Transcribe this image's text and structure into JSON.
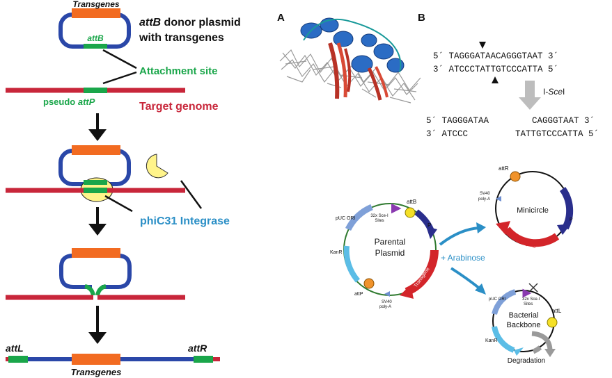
{
  "left_panel": {
    "transgenes_top": "Transgenes",
    "attb_label": "attB",
    "donor_caption_italic": "attB",
    "donor_caption_line1_rest": " donor plasmid",
    "donor_caption_line2": "with transgenes",
    "attachment_site": "Attachment site",
    "pseudo_prefix": "pseudo ",
    "pseudo_italic": "attP",
    "target_genome": "Target genome",
    "integrase": "phiC31 Integrase",
    "attl": "attL",
    "attr": "attR",
    "transgenes_bottom": "Transgenes"
  },
  "panel_a": {
    "label": "A"
  },
  "panel_b": {
    "label": "B",
    "seq_top_1": "5´ TAGGGATAACAGGGTAAT 3´",
    "seq_top_2": "3´ ATCCCTATTGTCCCATTA 5´",
    "enzyme_prefix": "I-",
    "enzyme_italic": "Sce",
    "enzyme_suffix": "I",
    "cut_left_1": "5´ TAGGGATAA",
    "cut_left_2": "3´ ATCCC",
    "cut_right_1": "CAGGGTAAT 3´",
    "cut_right_2": "TATTGTCCCATTA 5´"
  },
  "parental": {
    "title_line1": "Parental",
    "title_line2": "Plasmid",
    "attb": "attB",
    "p": "P",
    "transgene": "Transgene",
    "sites_line1": "32x Sce-I",
    "sites_line2": "Sites",
    "puc_ori": "pUC ORI",
    "kanr": "KanR",
    "attp": "attP",
    "sv40_line1": "SV40",
    "sv40_line2": "poly-A"
  },
  "arabinose": "+ Arabinose",
  "minicircle": {
    "title": "Minicircle",
    "attr": "attR",
    "p": "P",
    "transgene": "Transgene",
    "sv40_line1": "SV40",
    "sv40_line2": "poly-A"
  },
  "backbone": {
    "title_line1": "Bacterial",
    "title_line2": "Backbone",
    "puc_ori": "pUC ORI",
    "sites_line1": "32x Sce-I",
    "sites_line2": "Sites",
    "attl": "attL",
    "kanr": "KanR",
    "degradation": "Degradation"
  },
  "colors": {
    "plasmid_blue": "#2a47a8",
    "transgene_orange": "#f26b21",
    "att_green": "#1aa64a",
    "genome_red": "#c8263a",
    "integrase_blue": "#2b8fc6",
    "integrase_yellow": "#fff48a"
  }
}
